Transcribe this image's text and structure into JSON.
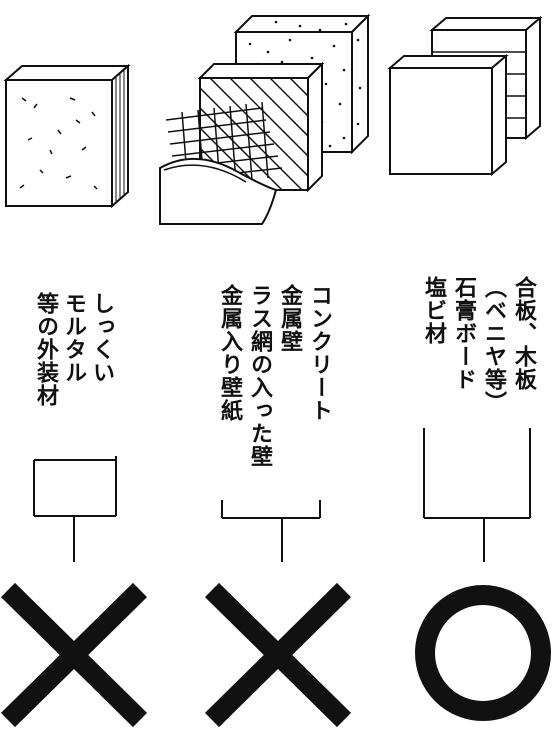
{
  "columns": [
    {
      "id": "left",
      "lines": [
        "しっくい",
        "モルタル",
        "等の外装材"
      ],
      "mark": "cross"
    },
    {
      "id": "middle",
      "lines": [
        "コンクリート",
        "金属壁",
        "ラス網の入った壁",
        "金属入り壁紙"
      ],
      "mark": "cross"
    },
    {
      "id": "right",
      "lines": [
        "合板、木板",
        "（ベニヤ等）",
        "石膏ボード",
        "塩ビ材"
      ],
      "mark": "circle"
    }
  ],
  "colors": {
    "ink": "#111111",
    "paper": "#ffffff"
  }
}
